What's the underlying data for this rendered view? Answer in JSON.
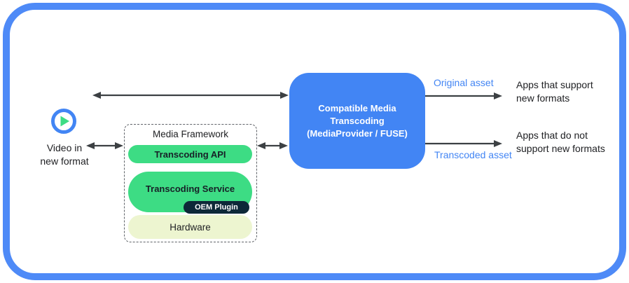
{
  "palette": {
    "frame_blue": "#4e8af7",
    "box_blue": "#4285f4",
    "android_green": "#3ddc84",
    "navy_dark": "#0d2838",
    "cream": "#edf5d0",
    "arrow_gray": "#3c4043",
    "text_dark": "#202124",
    "flow_label_blue": "#4285f4"
  },
  "source": {
    "icon": "play-icon",
    "label": "Video in new format"
  },
  "media_framework": {
    "title": "Media Framework",
    "api_label": "Transcoding API",
    "service_label": "Transcoding Service",
    "oem_label": "OEM Plugin",
    "hardware_label": "Hardware"
  },
  "transcoder": {
    "lines": [
      "Compatible Media",
      "Transcoding",
      "(MediaProvider / FUSE)"
    ]
  },
  "flows": {
    "original_label": "Original asset",
    "original_target": "Apps that support new formats",
    "transcoded_label": "Transcoded asset",
    "transcoded_target": "Apps that do not support new formats"
  }
}
